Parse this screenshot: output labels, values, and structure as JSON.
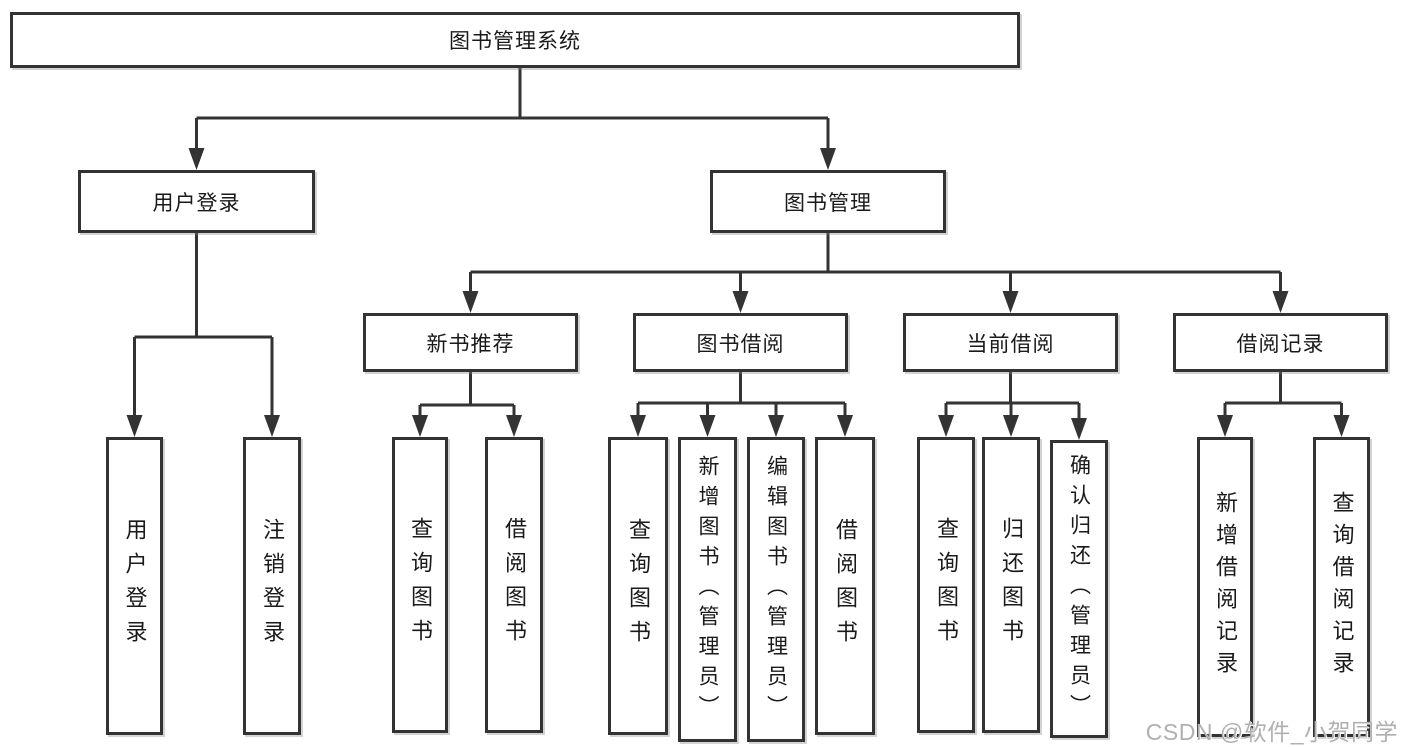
{
  "diagram": {
    "type": "tree-structure-chart",
    "colors": {
      "background": "#ffffff",
      "line": "#333333",
      "box_border": "#333333",
      "box_fill": "#ffffff",
      "text": "#1a1a1a",
      "watermark": "#b0b0b0"
    }
  },
  "nodes": {
    "root": "图书管理系统",
    "user_login": "用户登录",
    "book_mgmt": "图书管理",
    "new_book_rec": "新书推荐",
    "book_borrow": "图书借阅",
    "current_borrow": "当前借阅",
    "borrow_record": "借阅记录",
    "leaf_user_login": "用户登录",
    "leaf_logout": "注销登录",
    "leaf_nb_query": "查询图书",
    "leaf_nb_borrow": "借阅图书",
    "leaf_bb_query": "查询图书",
    "leaf_bb_add": "新增图书（管理员）",
    "leaf_bb_edit": "编辑图书（管理员）",
    "leaf_bb_borrow": "借阅图书",
    "leaf_cb_query": "查询图书",
    "leaf_cb_return": "归还图书",
    "leaf_cb_confirm": "确认归还（管理员）",
    "leaf_br_add": "新增借阅记录",
    "leaf_br_query": "查询借阅记录"
  },
  "watermark": {
    "text": "CSDN @软件_小贺同学"
  }
}
